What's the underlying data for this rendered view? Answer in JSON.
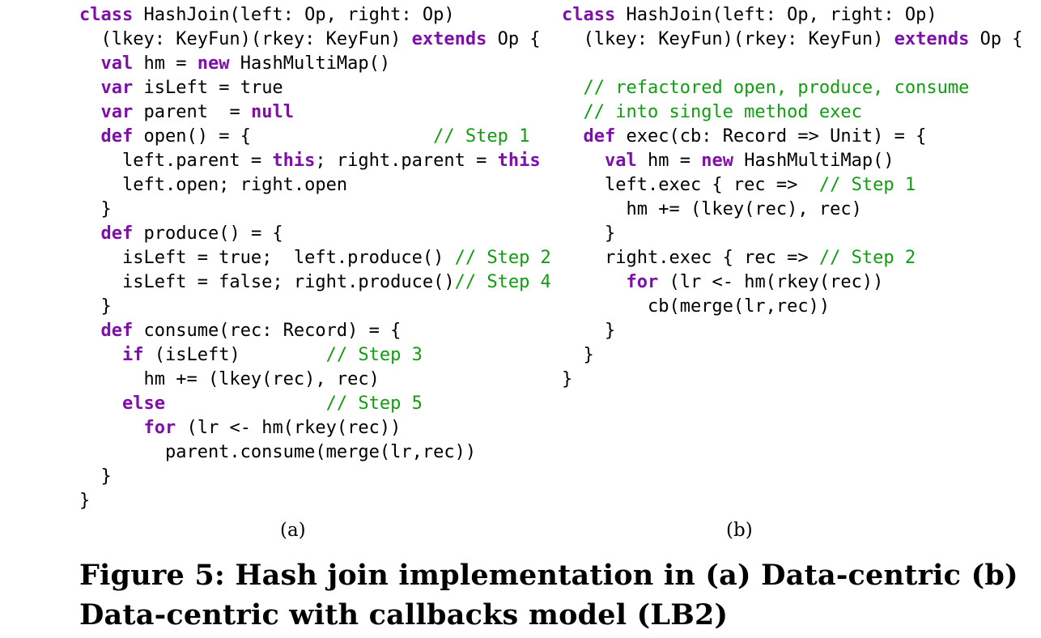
{
  "colors": {
    "keyword": "#7d10a8",
    "comment": "#119c11",
    "text": "#000000"
  },
  "panel_a": {
    "label": "(a)",
    "lines": [
      [
        {
          "k": "kw",
          "t": "class"
        },
        {
          "t": " HashJoin(left: Op, right: Op)"
        }
      ],
      [
        {
          "t": "  (lkey: KeyFun)(rkey: KeyFun) "
        },
        {
          "k": "kw",
          "t": "extends"
        },
        {
          "t": " Op {"
        }
      ],
      [
        {
          "t": "  "
        },
        {
          "k": "kw",
          "t": "val"
        },
        {
          "t": " hm = "
        },
        {
          "k": "kw",
          "t": "new"
        },
        {
          "t": " HashMultiMap()"
        }
      ],
      [
        {
          "t": "  "
        },
        {
          "k": "kw",
          "t": "var"
        },
        {
          "t": " isLeft = true"
        }
      ],
      [
        {
          "t": "  "
        },
        {
          "k": "kw",
          "t": "var"
        },
        {
          "t": " parent  = "
        },
        {
          "k": "kw",
          "t": "null"
        }
      ],
      [
        {
          "t": "  "
        },
        {
          "k": "kw",
          "t": "def"
        },
        {
          "t": " open() = {                 "
        },
        {
          "k": "cm",
          "t": "// Step 1"
        }
      ],
      [
        {
          "t": "    left.parent = "
        },
        {
          "k": "kw",
          "t": "this"
        },
        {
          "t": "; right.parent = "
        },
        {
          "k": "kw",
          "t": "this"
        }
      ],
      [
        {
          "t": "    left.open; right.open"
        }
      ],
      [
        {
          "t": "  }"
        }
      ],
      [
        {
          "t": "  "
        },
        {
          "k": "kw",
          "t": "def"
        },
        {
          "t": " produce() = {"
        }
      ],
      [
        {
          "t": "    isLeft = true;  left.produce() "
        },
        {
          "k": "cm",
          "t": "// Step 2"
        }
      ],
      [
        {
          "t": "    isLeft = false; right.produce()"
        },
        {
          "k": "cm",
          "t": "// Step 4"
        }
      ],
      [
        {
          "t": "  }"
        }
      ],
      [
        {
          "t": "  "
        },
        {
          "k": "kw",
          "t": "def"
        },
        {
          "t": " consume(rec: Record) = {"
        }
      ],
      [
        {
          "t": "    "
        },
        {
          "k": "kw",
          "t": "if"
        },
        {
          "t": " (isLeft)        "
        },
        {
          "k": "cm",
          "t": "// Step 3"
        }
      ],
      [
        {
          "t": "      hm += (lkey(rec), rec)"
        }
      ],
      [
        {
          "t": "    "
        },
        {
          "k": "kw",
          "t": "else"
        },
        {
          "t": "               "
        },
        {
          "k": "cm",
          "t": "// Step 5"
        }
      ],
      [
        {
          "t": "      "
        },
        {
          "k": "kw",
          "t": "for"
        },
        {
          "t": " (lr <- hm(rkey(rec))"
        }
      ],
      [
        {
          "t": "        parent.consume(merge(lr,rec))"
        }
      ],
      [
        {
          "t": "  }"
        }
      ],
      [
        {
          "t": "}"
        }
      ]
    ]
  },
  "panel_b": {
    "label": "(b)",
    "lines": [
      [
        {
          "k": "kw",
          "t": "class"
        },
        {
          "t": " HashJoin(left: Op, right: Op)"
        }
      ],
      [
        {
          "t": "  (lkey: KeyFun)(rkey: KeyFun) "
        },
        {
          "k": "kw",
          "t": "extends"
        },
        {
          "t": " Op {"
        }
      ],
      [
        {
          "t": ""
        }
      ],
      [
        {
          "t": "  "
        },
        {
          "k": "cm",
          "t": "// refactored open, produce, consume"
        }
      ],
      [
        {
          "t": "  "
        },
        {
          "k": "cm",
          "t": "// into single method exec"
        }
      ],
      [
        {
          "t": "  "
        },
        {
          "k": "kw",
          "t": "def"
        },
        {
          "t": " exec(cb: Record => Unit) = {"
        }
      ],
      [
        {
          "t": "    "
        },
        {
          "k": "kw",
          "t": "val"
        },
        {
          "t": " hm = "
        },
        {
          "k": "kw",
          "t": "new"
        },
        {
          "t": " HashMultiMap()"
        }
      ],
      [
        {
          "t": "    left.exec { rec =>  "
        },
        {
          "k": "cm",
          "t": "// Step 1"
        }
      ],
      [
        {
          "t": "      hm += (lkey(rec), rec)"
        }
      ],
      [
        {
          "t": "    }"
        }
      ],
      [
        {
          "t": "    right.exec { rec => "
        },
        {
          "k": "cm",
          "t": "// Step 2"
        }
      ],
      [
        {
          "t": "      "
        },
        {
          "k": "kw",
          "t": "for"
        },
        {
          "t": " (lr <- hm(rkey(rec))"
        }
      ],
      [
        {
          "t": "        cb(merge(lr,rec))"
        }
      ],
      [
        {
          "t": "    }"
        }
      ],
      [
        {
          "t": "  }"
        }
      ],
      [
        {
          "t": "}"
        }
      ]
    ]
  },
  "caption": {
    "line1": "Figure 5: Hash join implementation in (a) Data-centric (b)",
    "line2": "Data-centric with callbacks model (LB2)"
  }
}
